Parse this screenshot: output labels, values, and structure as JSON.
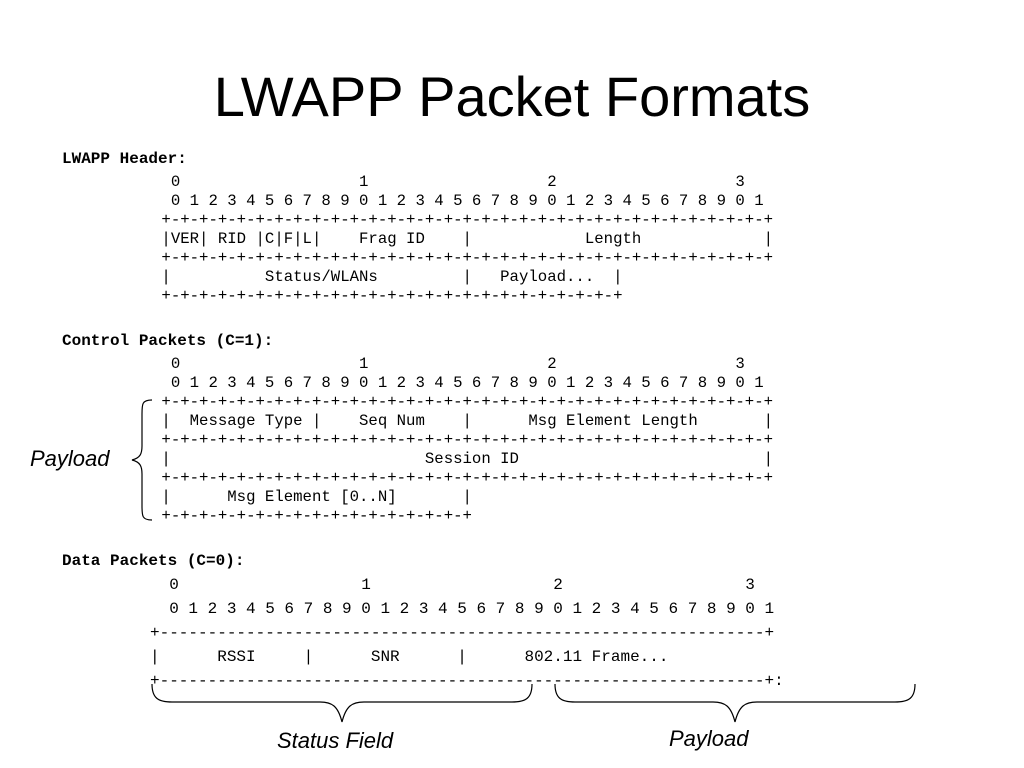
{
  "slide": {
    "title": "LWAPP Packet Formats"
  },
  "lwapp_header": {
    "heading": "LWAPP Header:",
    "lines": [
      "  0                   1                   2                   3",
      "  0 1 2 3 4 5 6 7 8 9 0 1 2 3 4 5 6 7 8 9 0 1 2 3 4 5 6 7 8 9 0 1",
      " +-+-+-+-+-+-+-+-+-+-+-+-+-+-+-+-+-+-+-+-+-+-+-+-+-+-+-+-+-+-+-+-+",
      " |VER| RID |C|F|L|    Frag ID    |            Length             |",
      " +-+-+-+-+-+-+-+-+-+-+-+-+-+-+-+-+-+-+-+-+-+-+-+-+-+-+-+-+-+-+-+-+",
      " |          Status/WLANs         |   Payload...  |",
      " +-+-+-+-+-+-+-+-+-+-+-+-+-+-+-+-+-+-+-+-+-+-+-+-+"
    ]
  },
  "control_packets": {
    "heading": "Control Packets (C=1):",
    "lines": [
      "  0                   1                   2                   3",
      "  0 1 2 3 4 5 6 7 8 9 0 1 2 3 4 5 6 7 8 9 0 1 2 3 4 5 6 7 8 9 0 1",
      " +-+-+-+-+-+-+-+-+-+-+-+-+-+-+-+-+-+-+-+-+-+-+-+-+-+-+-+-+-+-+-+-+",
      " |  Message Type |    Seq Num    |      Msg Element Length       |",
      " +-+-+-+-+-+-+-+-+-+-+-+-+-+-+-+-+-+-+-+-+-+-+-+-+-+-+-+-+-+-+-+-+",
      " |                           Session ID                          |",
      " +-+-+-+-+-+-+-+-+-+-+-+-+-+-+-+-+-+-+-+-+-+-+-+-+-+-+-+-+-+-+-+-+",
      " |      Msg Element [0..N]       |",
      " +-+-+-+-+-+-+-+-+-+-+-+-+-+-+-+-+"
    ],
    "brace_label": "Payload"
  },
  "data_packets": {
    "heading": "Data Packets (C=0):",
    "lines": [
      "  0                   1                   2                   3",
      "  0 1 2 3 4 5 6 7 8 9 0 1 2 3 4 5 6 7 8 9 0 1 2 3 4 5 6 7 8 9 0 1",
      "+---------------------------------------------------------------+",
      "|      RSSI     |      SNR      |      802.11 Frame...",
      "+---------------------------------------------------------------+:"
    ],
    "left_brace_label": "Status Field",
    "right_brace_label": "Payload"
  }
}
